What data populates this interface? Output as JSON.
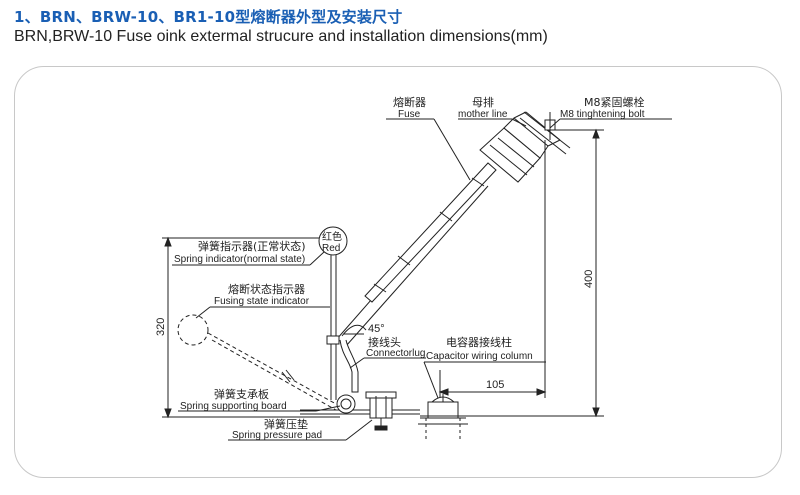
{
  "header": {
    "title_cn": "1、BRN、BRW-10、BR1-10型熔断器外型及安装尺寸",
    "title_en": "BRN,BRW-10 Fuse oink extermal strucure and installation dimensions(mm)"
  },
  "labels": {
    "fuse_cn": "熔断器",
    "fuse_en": "Fuse",
    "mother_cn": "母排",
    "mother_en": "mother line",
    "bolt_cn": "M8紧固螺栓",
    "bolt_en": "M8 tinghtening bolt",
    "spring_ind_cn": "弹簧指示器(正常状态)",
    "spring_ind_en": "Spring indicator(normal state)",
    "red_cn": "红色",
    "red_en": "Red",
    "fusing_cn": "熔断状态指示器",
    "fusing_en": "Fusing state indicator",
    "angle": "45°",
    "connector_cn": "接线头",
    "connector_en": "Connectorlug",
    "capacitor_cn": "电容器接线柱",
    "capacitor_en": "Capacitor wiring column",
    "board_cn": "弹簧支承板",
    "board_en": "Spring supporting board",
    "pad_cn": "弹簧压垫",
    "pad_en": "Spring pressure pad"
  },
  "dimensions": {
    "height_320": "320",
    "height_400": "400",
    "width_105": "105"
  },
  "colors": {
    "title": "#1a5fb4",
    "line": "#222222",
    "frame": "#c8c8c8"
  }
}
